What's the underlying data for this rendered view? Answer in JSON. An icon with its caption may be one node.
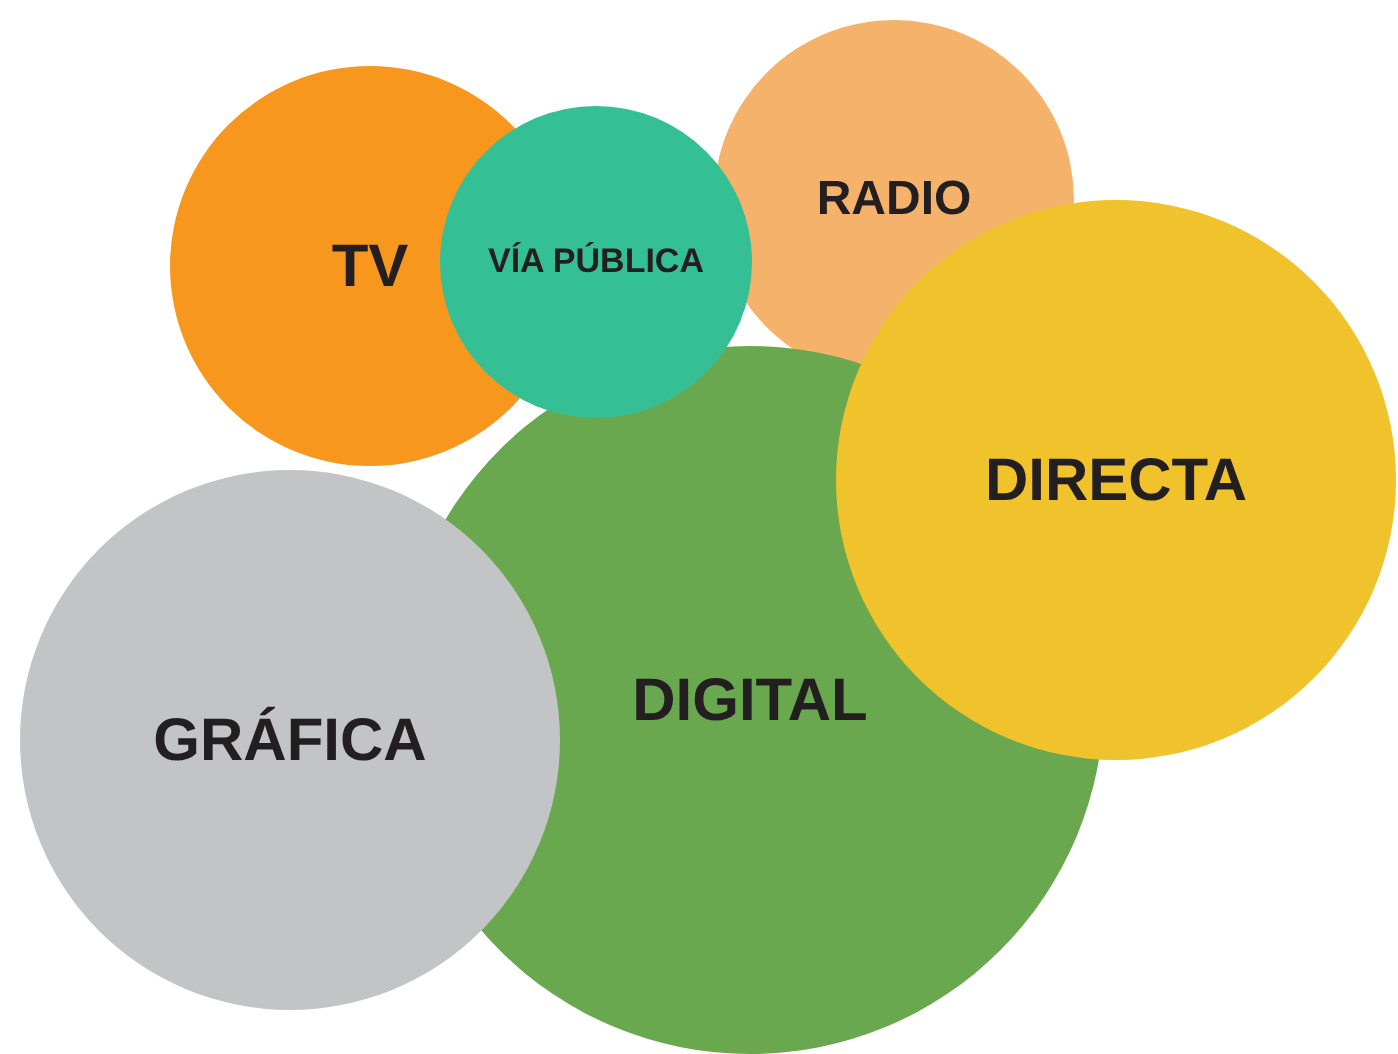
{
  "diagram": {
    "nodes": [
      {
        "text": [
          "TV"
        ]
      },
      {
        "text": [
          "VÍA PÚBLICA"
        ]
      },
      {
        "text": [
          "RADIO"
        ]
      },
      {
        "text": [
          "DIRECTA"
        ]
      },
      {
        "text": [
          "GRÁFICA"
        ]
      },
      {
        "text": [
          "DIGITAL"
        ]
      }
    ]
  }
}
